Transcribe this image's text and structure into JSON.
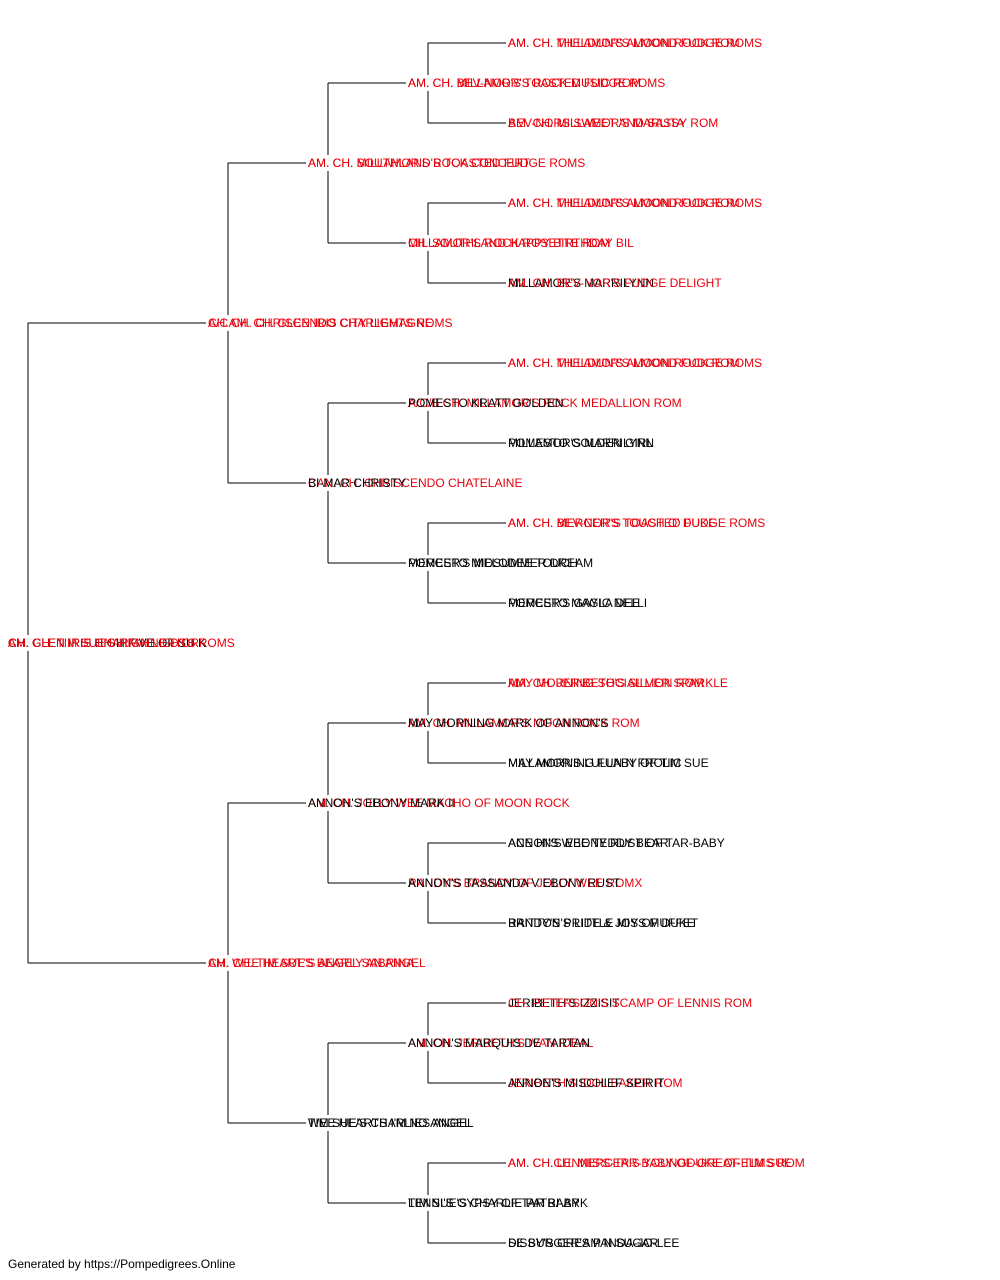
{
  "colors": {
    "champion": "#e8000b",
    "regular": "#000000",
    "line": "#000000"
  },
  "footer": "Generated by https://Pompedigrees.Online",
  "dogs": [
    {
      "id": "0",
      "name": "CH. GLEN IRIS HIGH FIVE OF SU K",
      "champion": false
    },
    {
      "id": "1",
      "name": "AM. CH. TIM SUE'S HIGH LIGHTS ROMS",
      "champion": true
    },
    {
      "id": "2",
      "name": "CH. GLEN IRIS CHARMAINE D'OR",
      "champion": true
    },
    {
      "id": "11",
      "name": "A/C CH. CHRISCENDO CITY LIGHTS ROMS",
      "champion": true
    },
    {
      "id": "12",
      "name": "AM. CH. TIM SUE'S ANGEL SABRINA",
      "champion": true
    },
    {
      "id": "21",
      "name": "CH.AM. CH. GLEN IRIS CHARLEMAGNE",
      "champion": true
    },
    {
      "id": "22",
      "name": "CH. WEE HEART'S BEARLY AN ANGEL",
      "champion": true
    },
    {
      "id": "111",
      "name": "AM. CH. MILLAMOR'S ROCK CONCERT",
      "champion": true
    },
    {
      "id": "112",
      "name": "CAN. CH. CHRISCENDO CHATELAINE",
      "champion": true
    },
    {
      "id": "121",
      "name": "AM. CH. JOLLY WEE MACHO OF MOON ROCK",
      "champion": true
    },
    {
      "id": "122",
      "name": "TIM SUE'S CHARLIES ANGEL",
      "champion": false
    },
    {
      "id": "211",
      "name": "AM. CH. SOUTHLAND'S TOASTED FUDGE ROMS",
      "champion": true
    },
    {
      "id": "212",
      "name": "BI-MAR CHRISTY",
      "champion": false
    },
    {
      "id": "221",
      "name": "ANNON'S EBONY MARK II",
      "champion": false
    },
    {
      "id": "222",
      "name": "WEE HEARTS I'M NO ANGEL",
      "champion": false
    },
    {
      "id": "1111",
      "name": "AM. CH. MILLAMOR'S ROCK MUSIC ROM",
      "champion": true
    },
    {
      "id": "1112",
      "name": "MILLAMOR'S ROCK ROSETTE ROM",
      "champion": true
    },
    {
      "id": "1121",
      "name": "A/C/B CH. MILLAMOR'S ROCK MEDALLION ROM",
      "champion": true
    },
    {
      "id": "1122",
      "name": "MERCER'S MELODEE TOUCH",
      "champion": false
    },
    {
      "id": "1211",
      "name": "AM. CH. MILLAMOR'S MOON ROCK ROM",
      "champion": true
    },
    {
      "id": "1212",
      "name": "RANDY'S BRANDY OF JOLLY WEE ROMX",
      "champion": true
    },
    {
      "id": "1221",
      "name": "AM. CH. JERIBETH'S IVAN IDEAL",
      "champion": true
    },
    {
      "id": "1222",
      "name": "TIM SUE'S CHARLIE PATRI-ARK",
      "champion": false
    },
    {
      "id": "2111",
      "name": "AM. CH. BEV-NOR'S TOASTED FUDGE ROMS",
      "champion": true
    },
    {
      "id": "2112",
      "name": "CH. SOUTHLAND HAPPY BIRTHDAY BIL",
      "champion": true
    },
    {
      "id": "2121",
      "name": "POMESTO KRATT GOLDEN",
      "champion": false
    },
    {
      "id": "2122",
      "name": "POMESTO MIDSUMMER DREAM",
      "champion": false
    },
    {
      "id": "2211",
      "name": "MAY MORNING MARK OF ANNON'S",
      "champion": false
    },
    {
      "id": "2212",
      "name": "ANNON'S TASSANDA V EBONY RUST",
      "champion": false
    },
    {
      "id": "2221",
      "name": "ANNON'S MARQUIS DE TARTAN",
      "champion": false
    },
    {
      "id": "2222",
      "name": "LENNI'S GYPSY OF TAR BABY",
      "champion": false
    },
    {
      "id": "11111",
      "name": "AM. CH. MILLAMOR'S MOON ROCK ROM",
      "champion": true
    },
    {
      "id": "11112",
      "name": "AM. CH. MILLAMOR'S MARLITA",
      "champion": true
    },
    {
      "id": "11121",
      "name": "AM. CH. MILLAMOR'S MOON ROCK ROM",
      "champion": true
    },
    {
      "id": "11122",
      "name": "MILLAMOR'S MARRILYNN",
      "champion": false
    },
    {
      "id": "11211",
      "name": "AM. CH. MILLAMOR'S MOON ROCK ROM",
      "champion": true
    },
    {
      "id": "11212",
      "name": "MILLAMOR'S MARRILYNN",
      "champion": false
    },
    {
      "id": "11221",
      "name": "AM. CH. MERCER'S TOUCH O' DUKE",
      "champion": true
    },
    {
      "id": "11222",
      "name": "MERCER'S GAYLA DEE",
      "champion": false
    },
    {
      "id": "12111",
      "name": "AM. CH. JERIBETH'S SILVER SPARKLE",
      "champion": true
    },
    {
      "id": "12112",
      "name": "MILLAMOR'S LULLABY OF TIM SUE",
      "champion": false
    },
    {
      "id": "12121",
      "name": "ACE HI'S WEE TEDDY BEAR",
      "champion": false
    },
    {
      "id": "12122",
      "name": "RANDY'S PRIDE & JOY OF DUKE",
      "champion": false
    },
    {
      "id": "12211",
      "name": "JERIBETH'S IZZISIT",
      "champion": false
    },
    {
      "id": "12212",
      "name": "JERIBETH'S IDOL BAKER ROM",
      "champion": true
    },
    {
      "id": "12221",
      "name": "AM. CH.CH. MERCER'S YOUNGDUKE OF TIM SUE",
      "champion": true
    },
    {
      "id": "12222",
      "name": "SISSY'S CREAM N SUGAR",
      "champion": false
    },
    {
      "id": "21111",
      "name": "AM. CH. THELDUN'S ALMOND FUDGE ROMS",
      "champion": true
    },
    {
      "id": "21112",
      "name": "BEV-NORS SWEET AND SASSY ROM",
      "champion": true
    },
    {
      "id": "21121",
      "name": "AM. CH. THELDUN'S ALMOND FUDGE ROMS",
      "champion": true
    },
    {
      "id": "21122",
      "name": "AM. CH. BEV-NOR'S FUDGE DELIGHT",
      "champion": true
    },
    {
      "id": "21211",
      "name": "AM. CH. THELDUN'S ALMOND FUDGE ROMS",
      "champion": true
    },
    {
      "id": "21212",
      "name": "POMESTO GOLDEN GIRL",
      "champion": false
    },
    {
      "id": "21221",
      "name": "AM. CH. BEV-NOR'S TOASTED FUDGE ROMS",
      "champion": true
    },
    {
      "id": "21222",
      "name": "POMESTO MAGIC NELLI",
      "champion": false
    },
    {
      "id": "22111",
      "name": "MAY MORNING SOCIAL LION ROM",
      "champion": true
    },
    {
      "id": "22112",
      "name": "MAY MORNING FUN N FROLIC",
      "champion": false
    },
    {
      "id": "22121",
      "name": "ANNON'S EBONY RUST OF TAR-BABY",
      "champion": false
    },
    {
      "id": "22122",
      "name": "BRITTON'S LITTLE MISS MUFFET",
      "champion": false
    },
    {
      "id": "22211",
      "name": "CH. PETERSON'S SCAMP OF LENNIS ROM",
      "champion": true
    },
    {
      "id": "22212",
      "name": "ANNON'S MISCHIEF SPIRIT",
      "champion": false
    },
    {
      "id": "22221",
      "name": "AM. CH. LENNIS'S-TAR-BABY-OF-GREAT-ELMS ROM",
      "champion": true
    },
    {
      "id": "22222",
      "name": "DE BURGER'S PANDA-JO-LEE",
      "champion": false
    }
  ]
}
